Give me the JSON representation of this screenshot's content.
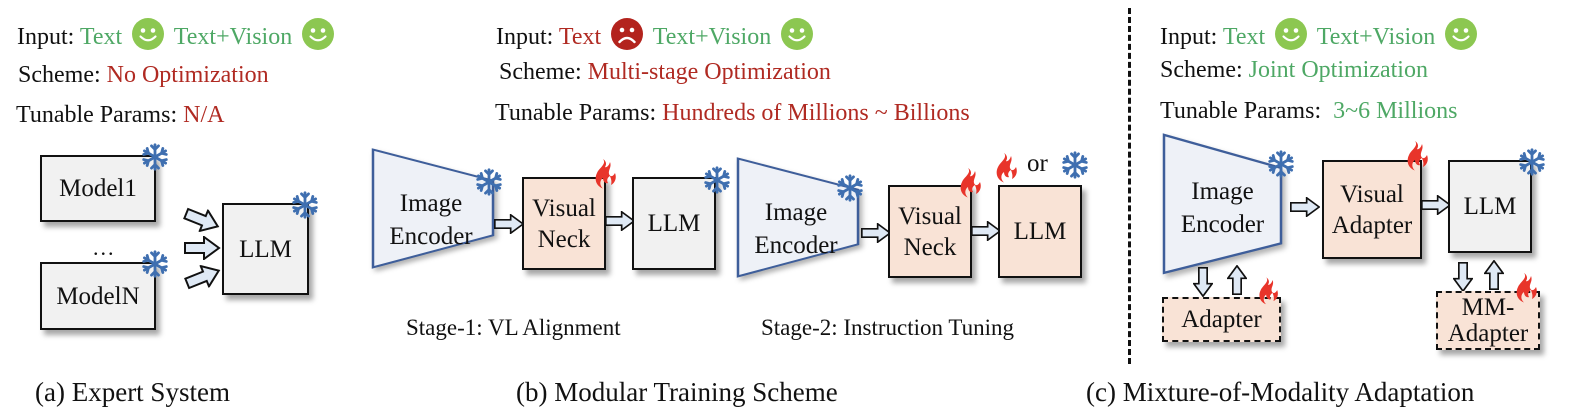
{
  "panels": {
    "a": {
      "input_label": "Input:",
      "input_text": "Text",
      "input_text_status": "happy",
      "input_vision": "Text+Vision",
      "input_vision_status": "happy",
      "scheme_label": "Scheme:",
      "scheme_value": "No Optimization",
      "params_label": "Tunable Params:",
      "params_value": "N/A",
      "model1": "Model1",
      "ellipsis": "...",
      "modelN": "ModelN",
      "llm": "LLM",
      "caption": "(a) Expert System"
    },
    "b": {
      "input_label": "Input:",
      "input_text": "Text",
      "input_text_status": "sad",
      "input_vision": "Text+Vision",
      "input_vision_status": "happy",
      "scheme_label": "Scheme:",
      "scheme_value": "Multi-stage Optimization",
      "params_label": "Tunable Params:",
      "params_value": "Hundreds of  Millions ~ Billions",
      "stage1": {
        "encoder_line1": "Image",
        "encoder_line2": "Encoder",
        "neck_line1": "Visual",
        "neck_line2": "Neck",
        "llm": "LLM",
        "label": "Stage-1: VL Alignment"
      },
      "stage2": {
        "encoder_line1": "Image",
        "encoder_line2": "Encoder",
        "neck_line1": "Visual",
        "neck_line2": "Neck",
        "llm": "LLM",
        "or_text": "or",
        "label": "Stage-2: Instruction Tuning"
      },
      "caption": "(b) Modular Training Scheme"
    },
    "c": {
      "input_label": "Input:",
      "input_text": "Text",
      "input_text_status": "happy",
      "input_vision": "Text+Vision",
      "input_vision_status": "happy",
      "scheme_label": "Scheme:",
      "scheme_value": "Joint Optimization",
      "params_label": "Tunable Params:",
      "params_value": "3~6 Millions",
      "encoder_line1": "Image",
      "encoder_line2": "Encoder",
      "visual_adapter_line1": "Visual",
      "visual_adapter_line2": "Adapter",
      "llm": "LLM",
      "adapter": "Adapter",
      "mm_adapter_line1": "MM-",
      "mm_adapter_line2": "Adapter",
      "caption": "(c) Mixture-of-Modality Adaptation"
    }
  },
  "legend": {
    "frozen_icon": "snowflake-icon",
    "trainable_icon": "flame-icon"
  },
  "colors": {
    "positive": "#4ea865",
    "negative": "#b02a22",
    "happy_face": "#8cc751",
    "sad_face": "#b3231d",
    "snowflake": "#3f6fb0",
    "flame": "#e8342a",
    "frozen_box": "#f1f1f1",
    "trainable_box": "#f9e3d6",
    "encoder_fill": "#eef1f7",
    "encoder_stroke": "#3e5e9a",
    "arrow_fill": "#dfe9f5"
  }
}
